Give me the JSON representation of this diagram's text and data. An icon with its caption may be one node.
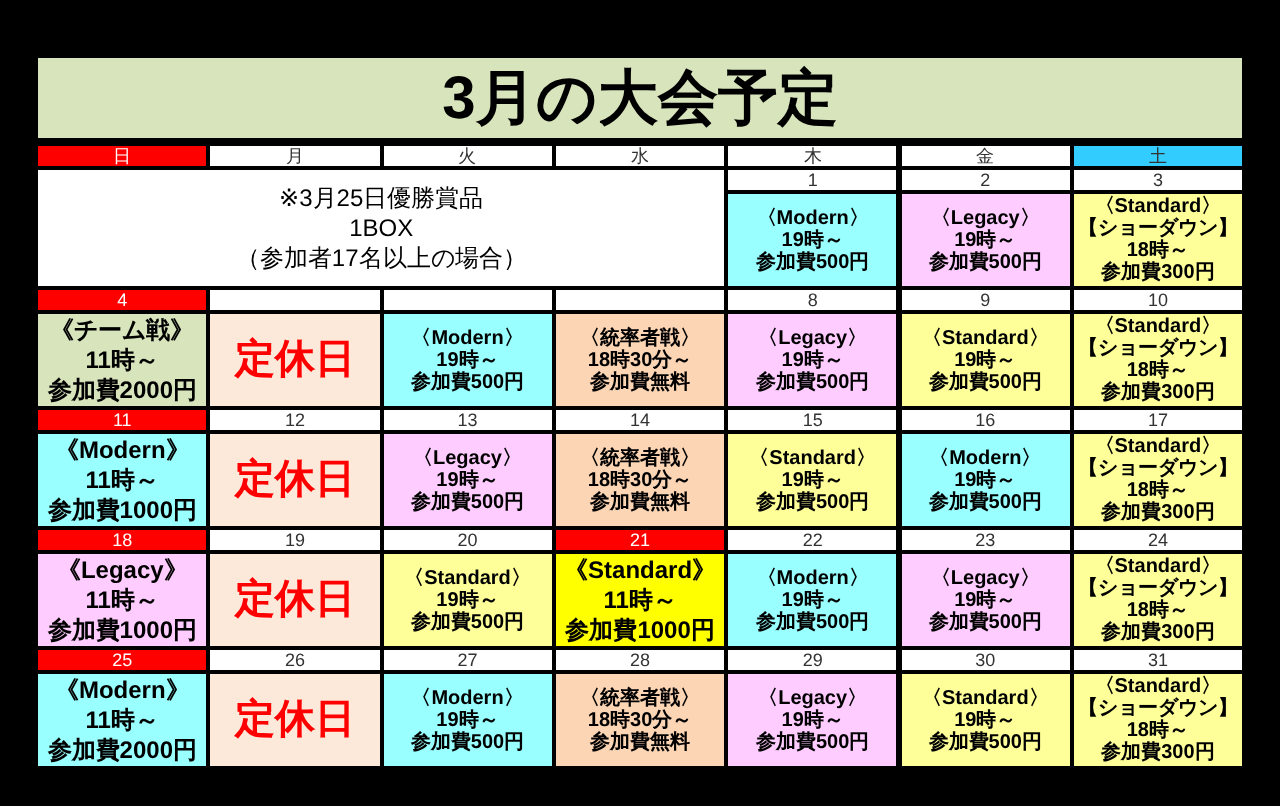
{
  "diagram": {
    "title": "3月の大会予定",
    "labels": [
      "日",
      "月",
      "火",
      "水",
      "木",
      "金",
      "土",
      "1",
      "2",
      "3",
      "※3月25日優勝賞品",
      "1BOX",
      "（参加者17名以上の場合）",
      "〈Modern〉",
      "19時～",
      "参加費500円",
      "〈Legacy〉",
      "19時～",
      "参加費500円",
      "〈Standard〉",
      "【ショーダウン】",
      "18時～",
      "参加費300円",
      "4",
      "8",
      "9",
      "10",
      "《チーム戦》",
      "11時～",
      "参加費2000円",
      "定休日",
      "〈Modern〉",
      "19時～",
      "参加費500円",
      "〈統率者戦〉",
      "18時30分～",
      "参加費無料",
      "〈Legacy〉",
      "19時～",
      "参加費500円",
      "〈Standard〉",
      "19時～",
      "参加費500円",
      "〈Standard〉",
      "【ショーダウン】",
      "18時～",
      "参加費300円",
      "11",
      "12",
      "13",
      "14",
      "15",
      "16",
      "17",
      "《Modern》",
      "11時～",
      "参加費1000円",
      "定休日",
      "〈Legacy〉",
      "19時～",
      "参加費500円",
      "〈統率者戦〉",
      "18時30分～",
      "参加費無料",
      "〈Standard〉",
      "19時～",
      "参加費500円",
      "〈Modern〉",
      "19時～",
      "参加費500円",
      "〈Standard〉",
      "【ショーダウン】",
      "18時～",
      "参加費300円",
      "18",
      "19",
      "20",
      "21",
      "22",
      "23",
      "24",
      "《Legacy》",
      "11時～",
      "参加費1000円",
      "定休日",
      "〈Standard〉",
      "19時～",
      "参加費500円",
      "《Standard》",
      "11時～",
      "参加費1000円",
      "〈Modern〉",
      "19時～",
      "参加費500円",
      "〈Legacy〉",
      "19時～",
      "参加費500円",
      "〈Standard〉",
      "【ショーダウン】",
      "18時～",
      "参加費300円",
      "25",
      "26",
      "27",
      "28",
      "29",
      "30",
      "31",
      "《Modern》",
      "11時～",
      "参加費2000円",
      "定休日",
      "〈Modern〉",
      "19時～",
      "参加費500円",
      "〈統率者戦〉",
      "18時30分～",
      "参加費無料",
      "〈Legacy〉",
      "19時～",
      "参加費500円",
      "〈Standard〉",
      "19時～",
      "参加費500円",
      "〈Standard〉",
      "【ショーダウン】",
      "18時～",
      "参加費300円"
    ]
  }
}
